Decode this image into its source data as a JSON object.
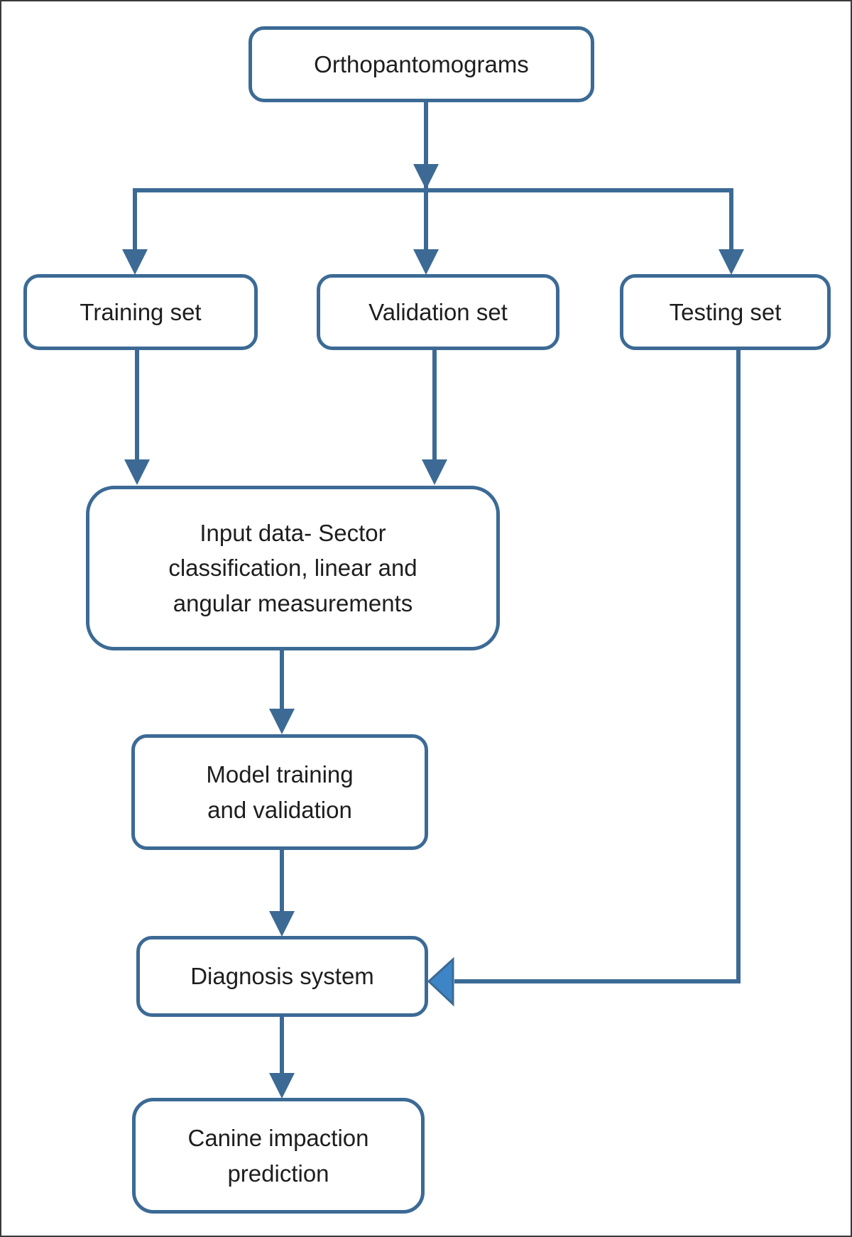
{
  "colors": {
    "stroke": "#3c6a95",
    "arrowhead": "#3d85c6",
    "text": "#1e1e1e",
    "background": "#ffffff",
    "frame": "#3a3a3a"
  },
  "nodes": {
    "orthopantomograms": "Orthopantomograms",
    "training_set": "Training set",
    "validation_set": "Validation set",
    "testing_set": "Testing set",
    "input_data": "Input data- Sector\nclassification, linear and\nangular measurements",
    "model_training": "Model training\nand validation",
    "diagnosis_system": "Diagnosis system",
    "prediction": "Canine impaction\nprediction"
  },
  "edges": [
    {
      "from": "orthopantomograms",
      "to": "training_set"
    },
    {
      "from": "orthopantomograms",
      "to": "validation_set"
    },
    {
      "from": "orthopantomograms",
      "to": "testing_set"
    },
    {
      "from": "training_set",
      "to": "input_data"
    },
    {
      "from": "validation_set",
      "to": "input_data"
    },
    {
      "from": "input_data",
      "to": "model_training"
    },
    {
      "from": "model_training",
      "to": "diagnosis_system"
    },
    {
      "from": "testing_set",
      "to": "diagnosis_system"
    },
    {
      "from": "diagnosis_system",
      "to": "prediction"
    }
  ]
}
